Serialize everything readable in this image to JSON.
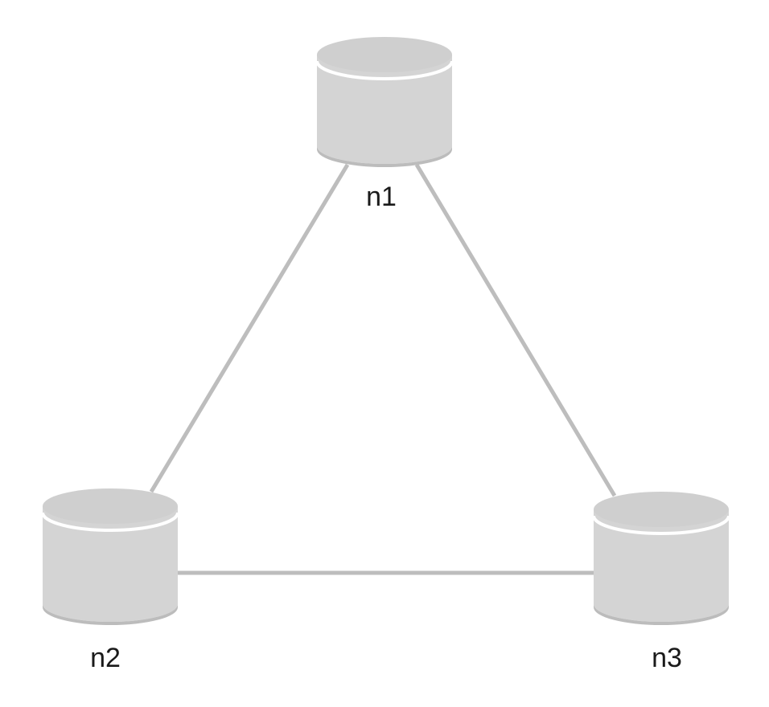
{
  "colors": {
    "edge": "#bdbdbd",
    "cylinder_body": "#d4d4d4",
    "cylinder_top": "#cfcfcf",
    "cylinder_shadow": "#bcbcbc",
    "cylinder_rim": "#ffffff",
    "label": "#1a1a1a"
  },
  "nodes": [
    {
      "id": "n1",
      "label": "n1",
      "icon": "database-cylinder-icon"
    },
    {
      "id": "n2",
      "label": "n2",
      "icon": "database-cylinder-icon"
    },
    {
      "id": "n3",
      "label": "n3",
      "icon": "database-cylinder-icon"
    }
  ],
  "edges": [
    {
      "from": "n1",
      "to": "n2"
    },
    {
      "from": "n1",
      "to": "n3"
    },
    {
      "from": "n2",
      "to": "n3"
    }
  ]
}
